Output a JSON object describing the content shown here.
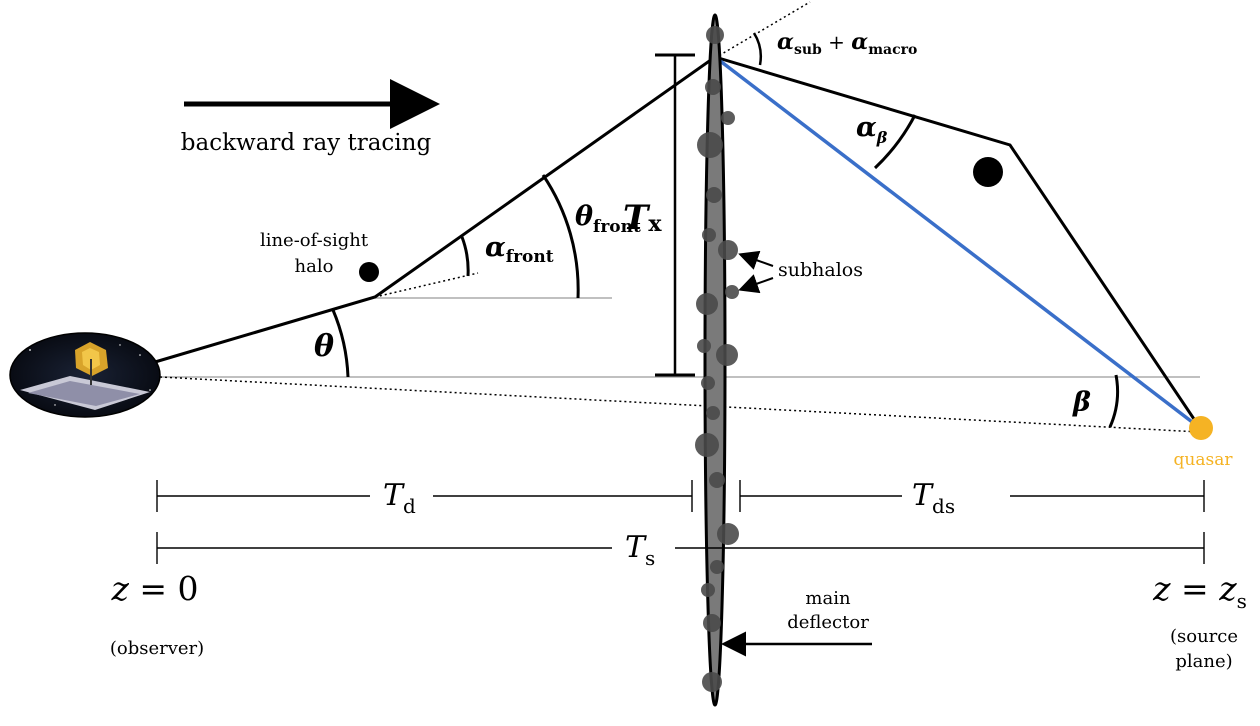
{
  "labels": {
    "backward_ray_tracing": "backward ray tracing",
    "los_halo_line1": "line-of-sight",
    "los_halo_line2": "halo",
    "subhalos": "subhalos",
    "quasar": "quasar",
    "main_deflector_line1": "main",
    "main_deflector_line2": "deflector",
    "observer": "(observer)",
    "source_plane_line1": "(source",
    "source_plane_line2": "plane)"
  },
  "math": {
    "theta": "θ",
    "alpha_front": "α",
    "alpha_front_sub": "front",
    "theta_front": "θ",
    "theta_front_sub": "front",
    "T_x": "T",
    "T_x_sub": "x",
    "alpha_sub": "α",
    "alpha_sub_sub": "sub",
    "plus": " + ",
    "alpha_macro": "α",
    "alpha_macro_sub": "macro",
    "alpha_beta": "α",
    "alpha_beta_sub": "β",
    "beta": "β",
    "T_d": "T",
    "T_d_sub": "d",
    "T_ds": "T",
    "T_ds_sub": "ds",
    "T_s": "T",
    "T_s_sub": "s",
    "z0_lhs": "z",
    "z0_rhs": " = 0",
    "zs_lhs": "z",
    "zs_eq": " = ",
    "zs_z": "z",
    "zs_sub": "s"
  },
  "colors": {
    "ray_blue": "#3a6fc9",
    "quasar": "#f5b324",
    "deflector_fill": "#7a7a7a",
    "subhalo": "#4a4a4a",
    "reference_line": "#9a9a9a"
  },
  "icons": {
    "observer": "space-telescope-icon",
    "quasar": "quasar-dot-icon",
    "halo": "halo-dot-icon"
  }
}
